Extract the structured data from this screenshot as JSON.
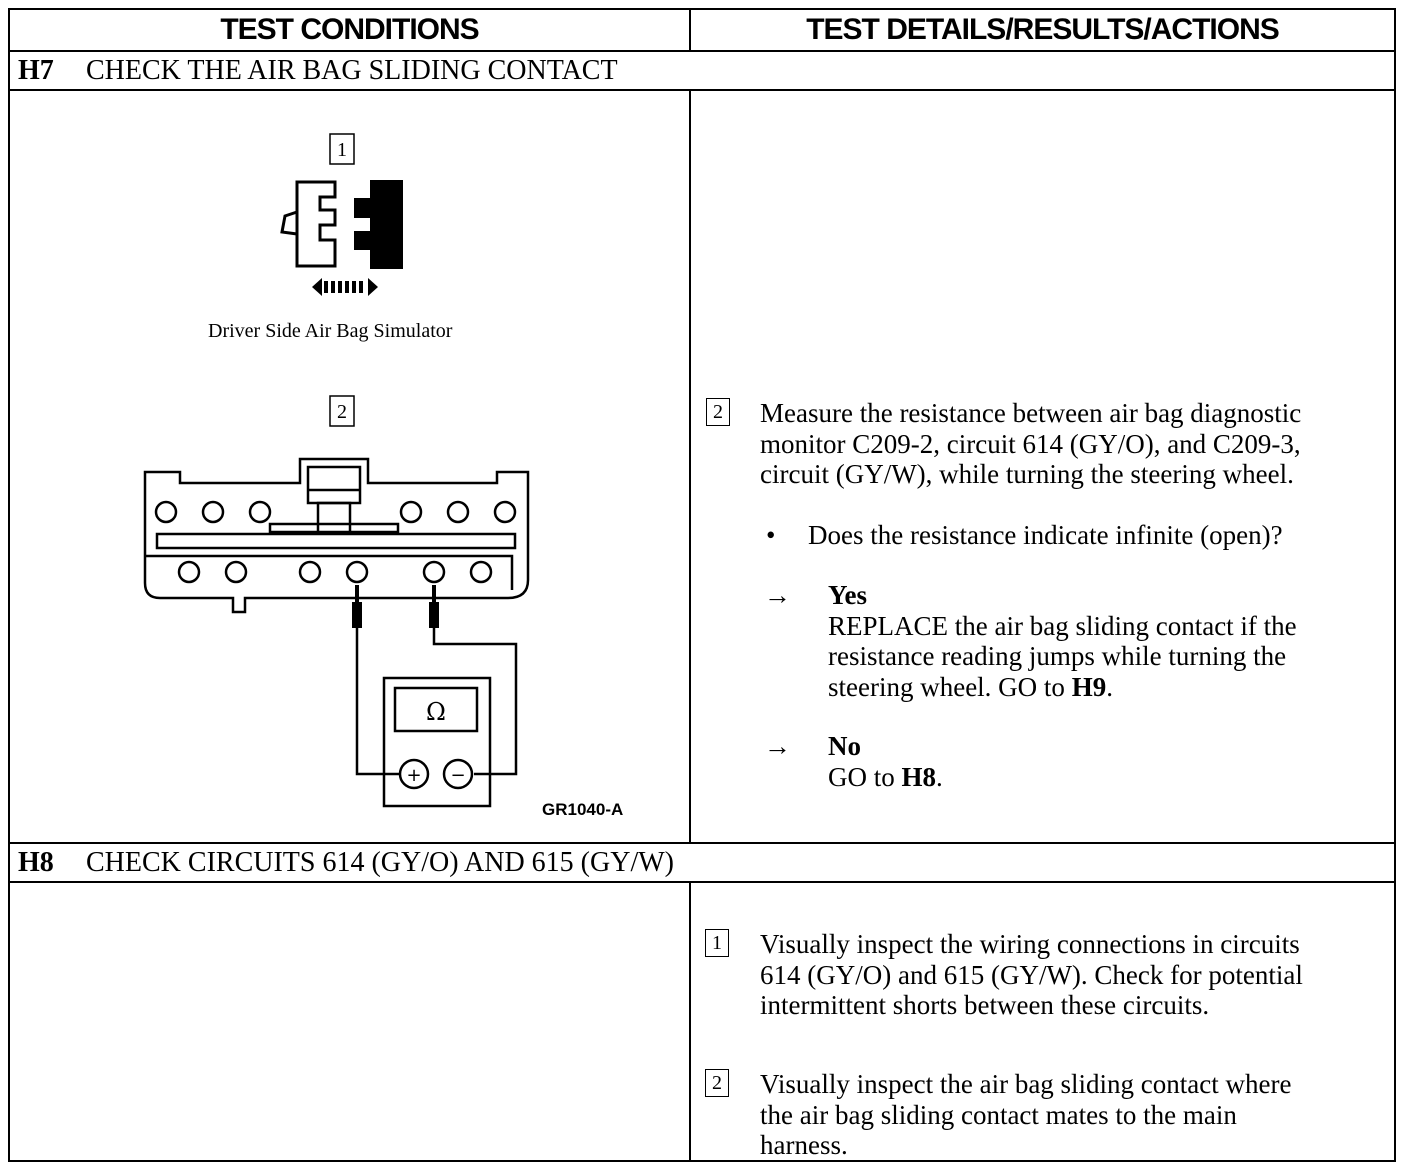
{
  "header": {
    "left": "TEST CONDITIONS",
    "right": "TEST DETAILS/RESULTS/ACTIONS"
  },
  "h7": {
    "id": "H7",
    "title": "CHECK THE AIR BAG SLIDING CONTACT",
    "figure": {
      "step1_label": "1",
      "caption": "Driver Side Air Bag Simulator",
      "step2_label": "2",
      "meter_symbol": "Ω",
      "plus_symbol": "+",
      "minus_symbol": "−",
      "figure_id": "GR1040-A"
    },
    "step": {
      "number": "2",
      "text_line1": "Measure the resistance between air bag diagnostic",
      "text_line2": "monitor C209-2, circuit 614 (GY/O), and C209-3,",
      "text_line3": "circuit (GY/W), while turning the steering wheel.",
      "question": "Does the resistance indicate infinite (open)?",
      "bullet": "•",
      "arrow": "→",
      "yes_label": "Yes",
      "yes_verb": "REPLACE",
      "yes_line1_rest": " the air bag sliding contact if the",
      "yes_line2": "resistance reading jumps while turning the",
      "yes_line3_pre": "steering wheel. GO to ",
      "yes_goto": "H9",
      "yes_line3_post": ".",
      "no_label": "No",
      "no_pre": "GO to ",
      "no_goto": "H8",
      "no_post": "."
    }
  },
  "h8": {
    "id": "H8",
    "title": "CHECK CIRCUITS 614 (GY/O) AND 615 (GY/W)",
    "steps": [
      {
        "number": "1",
        "line1": "Visually inspect the wiring connections in circuits",
        "line2": "614 (GY/O) and 615 (GY/W). Check for potential",
        "line3": "intermittent shorts between these circuits."
      },
      {
        "number": "2",
        "line1": "Visually inspect the air bag sliding contact where",
        "line2": "the air bag sliding contact mates to the main",
        "line3": "harness."
      }
    ]
  }
}
